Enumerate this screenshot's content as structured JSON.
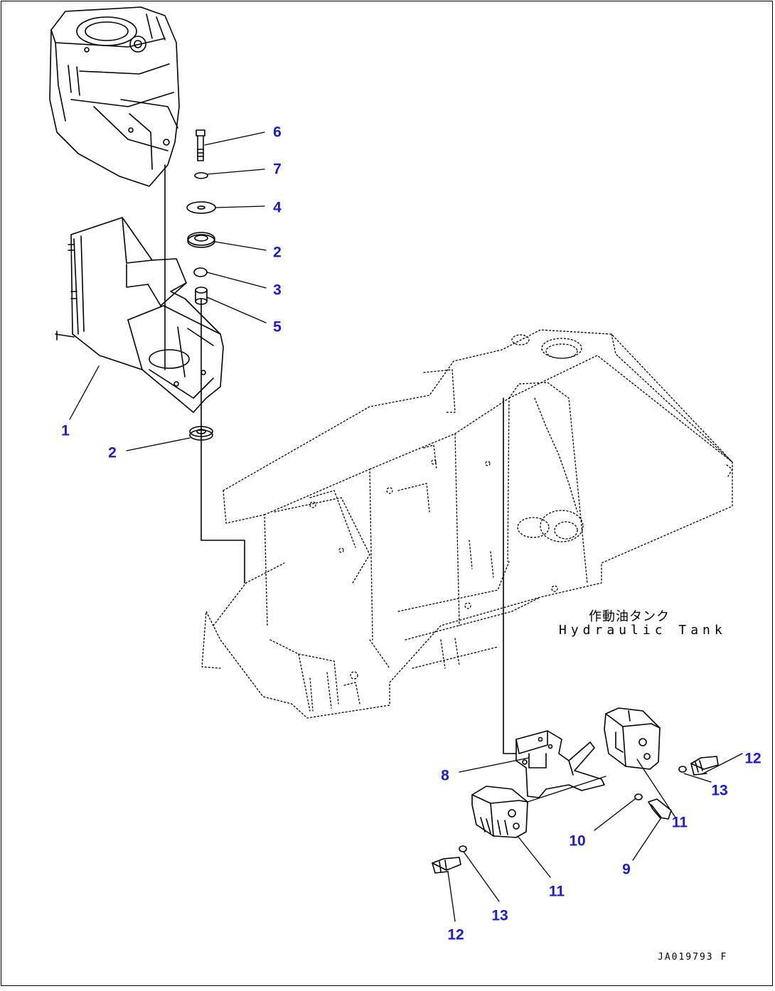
{
  "diagram": {
    "callouts": [
      {
        "id": "c6",
        "text": "6"
      },
      {
        "id": "c7",
        "text": "7"
      },
      {
        "id": "c4",
        "text": "4"
      },
      {
        "id": "c2a",
        "text": "2"
      },
      {
        "id": "c3",
        "text": "3"
      },
      {
        "id": "c5",
        "text": "5"
      },
      {
        "id": "c1",
        "text": "1"
      },
      {
        "id": "c2b",
        "text": "2"
      },
      {
        "id": "c12a",
        "text": "12"
      },
      {
        "id": "c13a",
        "text": "13"
      },
      {
        "id": "c8",
        "text": "8"
      },
      {
        "id": "c11a",
        "text": "11"
      },
      {
        "id": "c10",
        "text": "10"
      },
      {
        "id": "c9",
        "text": "9"
      },
      {
        "id": "c11b",
        "text": "11"
      },
      {
        "id": "c13b",
        "text": "13"
      },
      {
        "id": "c12b",
        "text": "12"
      }
    ],
    "tank_label_jp": "作動油タンク",
    "tank_label_en": "Hydraulic Tank",
    "drawing_code": "JA019793 F",
    "colors": {
      "callout": "#1a1ad0",
      "line": "#000000",
      "background": "#ffffff"
    }
  }
}
